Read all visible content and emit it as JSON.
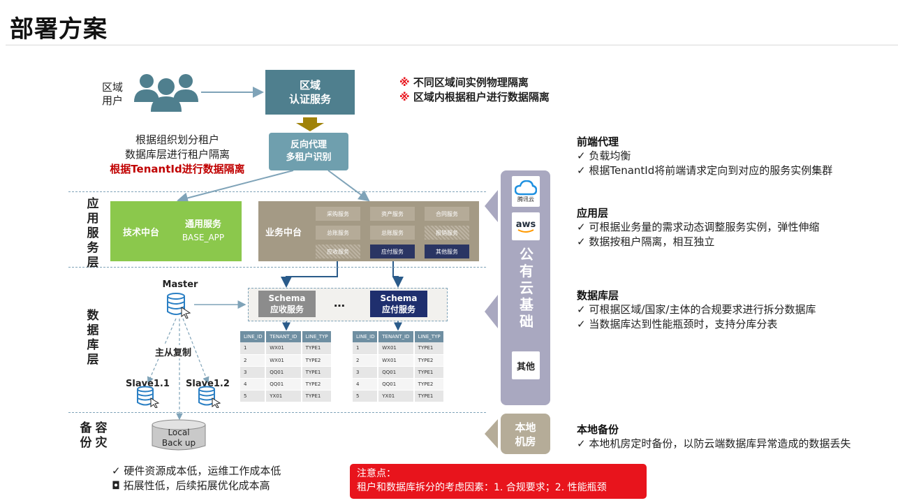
{
  "title": "部署方案",
  "users": {
    "label_line1": "区域",
    "label_line2": "用户"
  },
  "auth": {
    "line1": "区域",
    "line2": "认证服务"
  },
  "isolation_notes": [
    "不同区域间实例物理隔离",
    "区域内根据租户进行数据隔离"
  ],
  "note_mark": "※",
  "tenant": {
    "line1": "根据组织划分租户",
    "line2": "数据库层进行租户隔离",
    "line3": "根据TenantId进行数据隔离"
  },
  "proxy": {
    "line1": "反向代理",
    "line2": "多租户识别"
  },
  "layers": {
    "app": [
      "应",
      "用",
      "服",
      "务",
      "层"
    ],
    "db": [
      "数",
      "据",
      "库",
      "层"
    ],
    "backup_left": [
      "备",
      "份"
    ],
    "backup_right": [
      "容",
      "灾"
    ]
  },
  "tech": {
    "left": "技术中台",
    "right_line1": "通用服务",
    "right_line2": "BASE_APP"
  },
  "biz": {
    "label": "业务中台",
    "services": [
      "采购服务",
      "资产服务",
      "合同服务",
      "总账服务",
      "总账服务",
      "报销服务",
      "应收服务",
      "应付服务",
      "其他服务"
    ]
  },
  "master": "Master",
  "replication": "主从复制",
  "slaves": [
    "Slave1.1",
    "Slave1.2"
  ],
  "schemas": [
    {
      "line1": "Schema",
      "line2": "应收服务"
    },
    {
      "line1": "Schema",
      "line2": "应付服务"
    }
  ],
  "ellipsis": "…",
  "table": {
    "headers": [
      "LINE_ID",
      "TENANT_ID",
      "LINE_TYP"
    ],
    "rows": [
      [
        "1",
        "WX01",
        "TYPE1"
      ],
      [
        "2",
        "WX01",
        "TYPE2"
      ],
      [
        "3",
        "QQ01",
        "TYPE1"
      ],
      [
        "4",
        "QQ01",
        "TYPE2"
      ],
      [
        "5",
        "YX01",
        "TYPE1"
      ]
    ]
  },
  "local_backup": {
    "line1": "Local",
    "line2": "Back up"
  },
  "cloud": {
    "tencent": "腾讯云",
    "aws": "aws",
    "other": "其他",
    "label": [
      "公",
      "有",
      "云",
      "基",
      "础"
    ]
  },
  "local_room": {
    "line1": "本地",
    "line2": "机房"
  },
  "right": [
    {
      "title": "前端代理",
      "items": [
        "负载均衡",
        "根据TenantId将前端请求定向到对应的服务实例集群"
      ]
    },
    {
      "title": "应用层",
      "items": [
        "可根据业务量的需求动态调整服务实例，弹性伸缩",
        "数据按租户隔离，相互独立"
      ]
    },
    {
      "title": "数据库层",
      "items": [
        "可根据区域/国家/主体的合规要求进行拆分数据库",
        "当数据库达到性能瓶颈时，支持分库分表"
      ]
    },
    {
      "title": "本地备份",
      "items": [
        "本地机房定时备份，以防云端数据库异常造成的数据丢失"
      ]
    }
  ],
  "check": "✓",
  "box_mark": "◘",
  "bottom": {
    "line1": "硬件资源成本低，运维工作成本低",
    "line2": "拓展性低，后续拓展优化成本高"
  },
  "notice": {
    "line1": "注意点：",
    "line2": "租户和数据库拆分的考虑因素：1. 合规要求；2. 性能瓶颈"
  },
  "colors": {
    "auth": "#4f7f8e",
    "proxy": "#6f9fae",
    "tech": "#8bc84c",
    "biz": "#a49a85",
    "dark_service": "#2a3563",
    "cloud_panel": "#a9a8c0",
    "notice": "#e8141c",
    "tenant_red": "#c00000"
  }
}
